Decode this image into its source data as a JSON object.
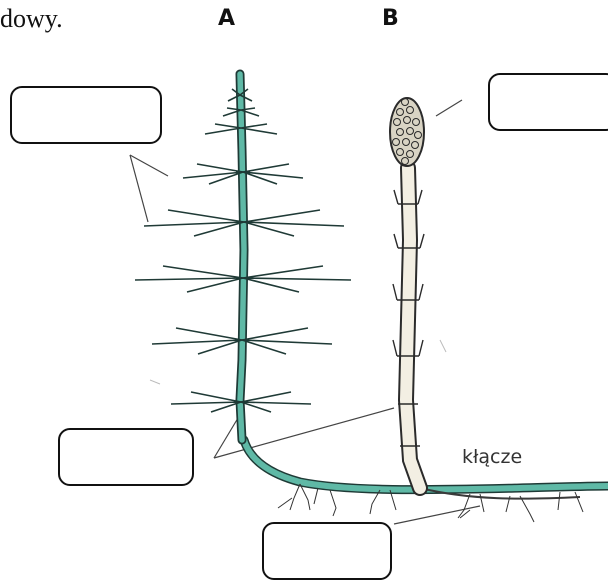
{
  "header": {
    "intro_fragment": "dowy.",
    "label_a": "A",
    "label_b": "B"
  },
  "diagram": {
    "rhizome_label": "kłącze"
  },
  "colors": {
    "stem_green": "#5fb9a6",
    "stem_outline": "#1f3a36",
    "fertile_stem_fill": "#f3efe3",
    "ink": "#2b2b2b"
  }
}
